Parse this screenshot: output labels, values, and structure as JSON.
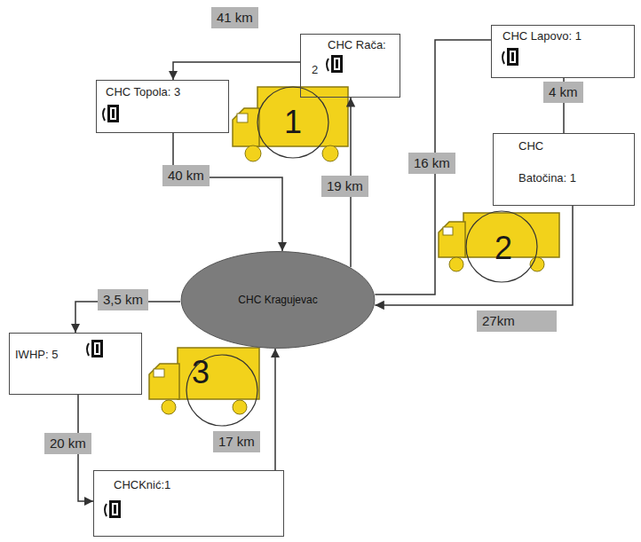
{
  "diagram": {
    "nodes": [
      {
        "text": [
          "CHC Rača:",
          "2"
        ]
      },
      {
        "text": [
          "CHC Topola: 3"
        ]
      },
      {
        "text": [
          "CHC Lapovo: 1"
        ]
      },
      {
        "text": [
          "CHC",
          "Batočina: 1"
        ]
      },
      {
        "text": [
          "CHC Kragujevac"
        ]
      },
      {
        "text": [
          "IWHP: 5"
        ]
      },
      {
        "text": [
          "CHCKnić:1"
        ]
      }
    ],
    "edges": [
      {
        "from": 4,
        "to": 0,
        "arrow": "to",
        "label": "19 km"
      },
      {
        "from": 0,
        "to": 1,
        "arrow": "to",
        "label": "41 km"
      },
      {
        "from": 1,
        "to": 4,
        "arrow": "to",
        "label": "40 km"
      },
      {
        "from": 4,
        "to": 2,
        "arrow": "none",
        "label": "16 km"
      },
      {
        "from": 2,
        "to": 3,
        "arrow": "none",
        "label": "4 km"
      },
      {
        "from": 3,
        "to": 4,
        "arrow": "to",
        "label": "27km"
      },
      {
        "from": 4,
        "to": 5,
        "arrow": "to",
        "label": "3,5 km"
      },
      {
        "from": 5,
        "to": 6,
        "arrow": "to",
        "label": "20 km"
      },
      {
        "from": 6,
        "to": 4,
        "arrow": "to",
        "label": "17 km"
      }
    ],
    "labels": [
      "1",
      "2",
      "3"
    ]
  }
}
